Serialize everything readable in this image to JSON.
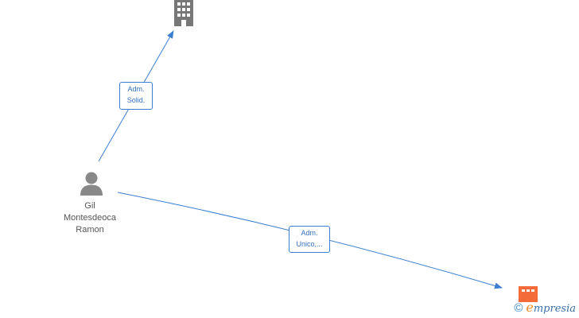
{
  "nodes": {
    "person": {
      "name_lines": [
        "Gil",
        "Montesdeoca",
        "Ramon"
      ],
      "icon": "person-icon",
      "color": "#888888"
    },
    "company_top": {
      "icon": "building-icon",
      "color": "#777777"
    },
    "company_bottom": {
      "icon": "building-icon",
      "color": "#f26b38"
    }
  },
  "edges": [
    {
      "from": "person",
      "to": "company_top",
      "label_lines": [
        "Adm.",
        "Solid."
      ]
    },
    {
      "from": "person",
      "to": "company_bottom",
      "label_lines": [
        "Adm.",
        "Unico,..."
      ]
    }
  ],
  "colors": {
    "edge": "#3b7fd1",
    "label_text": "#2f6fc0"
  },
  "watermark": {
    "copyright_symbol": "©",
    "brand_initial": "e",
    "brand_rest": "mpresia"
  }
}
